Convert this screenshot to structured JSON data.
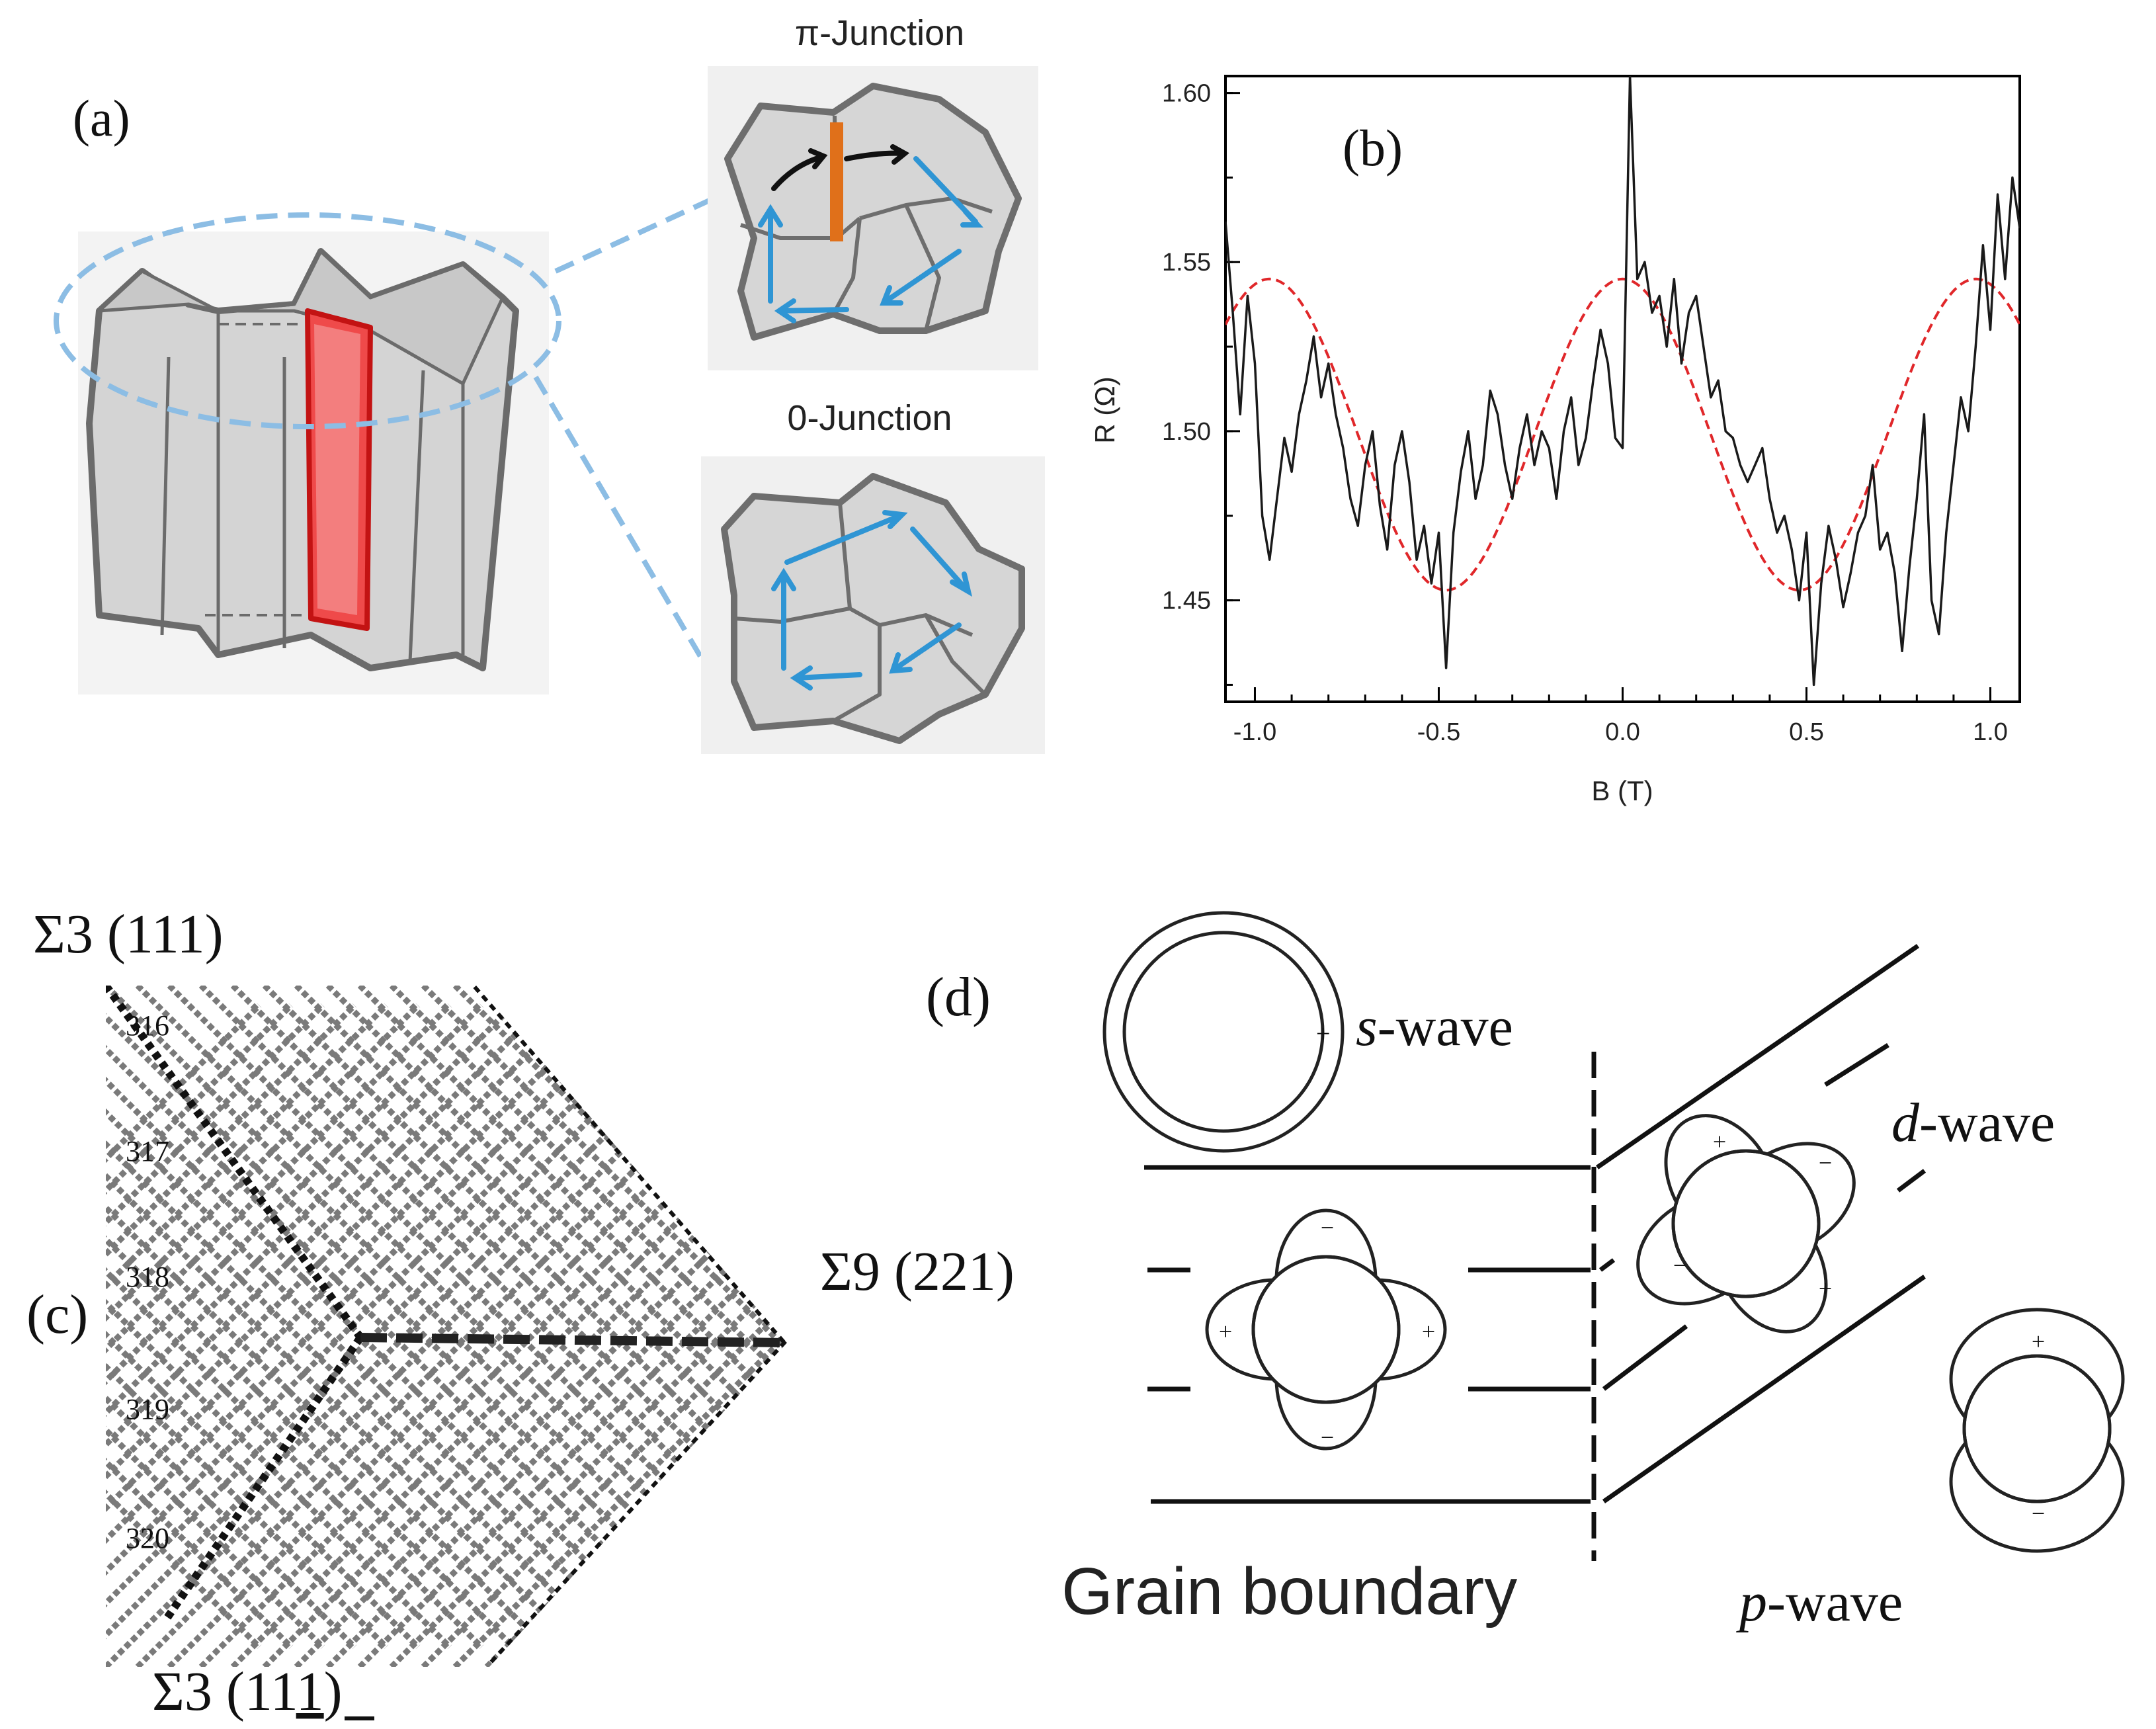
{
  "panel_a": {
    "label": "(a)",
    "pi_junction_title": "π-Junction",
    "zero_junction_title": "0-Junction"
  },
  "panel_b": {
    "label": "(b)"
  },
  "panel_c": {
    "label": "(c)",
    "label_top": "Σ3 (111)",
    "label_right": "Σ9 (221)",
    "label_bottom_prefix": "Σ3 (11",
    "label_bottom_underlined": "1",
    "label_bottom_suffix": ")",
    "row_numbers": [
      "316",
      "317",
      "318",
      "319",
      "320"
    ]
  },
  "panel_d": {
    "label": "(d)",
    "s_wave_italic": "s",
    "s_wave_rest": "-wave",
    "d_wave_italic": "d",
    "d_wave_rest": "-wave",
    "p_wave_italic": "p",
    "p_wave_rest": "-wave",
    "grain_boundary": "Grain boundary",
    "plus": "+",
    "minus": "−"
  },
  "chart_data": {
    "type": "line",
    "xlabel": "B (T)",
    "ylabel": "R (Ω)",
    "xlim": [
      -1.08,
      1.08
    ],
    "ylim": [
      1.42,
      1.605
    ],
    "x_ticks": [
      "-1.0",
      "-0.5",
      "0.0",
      "0.5",
      "1.0"
    ],
    "y_ticks": [
      "1.45",
      "1.50",
      "1.55",
      "1.60"
    ],
    "series": [
      {
        "style": "solid",
        "color": "#1a1a1a",
        "x": [
          -1.08,
          -1.06,
          -1.04,
          -1.02,
          -1.0,
          -0.98,
          -0.96,
          -0.94,
          -0.92,
          -0.9,
          -0.88,
          -0.86,
          -0.84,
          -0.82,
          -0.8,
          -0.78,
          -0.76,
          -0.74,
          -0.72,
          -0.7,
          -0.68,
          -0.66,
          -0.64,
          -0.62,
          -0.6,
          -0.58,
          -0.56,
          -0.54,
          -0.52,
          -0.5,
          -0.48,
          -0.46,
          -0.44,
          -0.42,
          -0.4,
          -0.38,
          -0.36,
          -0.34,
          -0.32,
          -0.3,
          -0.28,
          -0.26,
          -0.24,
          -0.22,
          -0.2,
          -0.18,
          -0.16,
          -0.14,
          -0.12,
          -0.1,
          -0.08,
          -0.06,
          -0.04,
          -0.02,
          0.0,
          0.02,
          0.04,
          0.06,
          0.08,
          0.1,
          0.12,
          0.14,
          0.16,
          0.18,
          0.2,
          0.22,
          0.24,
          0.26,
          0.28,
          0.3,
          0.32,
          0.34,
          0.36,
          0.38,
          0.4,
          0.42,
          0.44,
          0.46,
          0.48,
          0.5,
          0.52,
          0.54,
          0.56,
          0.58,
          0.6,
          0.62,
          0.64,
          0.66,
          0.68,
          0.7,
          0.72,
          0.74,
          0.76,
          0.78,
          0.8,
          0.82,
          0.84,
          0.86,
          0.88,
          0.9,
          0.92,
          0.94,
          0.96,
          0.98,
          1.0,
          1.02,
          1.04,
          1.06,
          1.08
        ],
        "y": [
          1.562,
          1.535,
          1.505,
          1.54,
          1.52,
          1.475,
          1.462,
          1.48,
          1.498,
          1.488,
          1.505,
          1.515,
          1.528,
          1.51,
          1.52,
          1.505,
          1.495,
          1.48,
          1.472,
          1.49,
          1.5,
          1.478,
          1.465,
          1.49,
          1.5,
          1.485,
          1.462,
          1.472,
          1.455,
          1.47,
          1.43,
          1.47,
          1.488,
          1.5,
          1.48,
          1.49,
          1.512,
          1.505,
          1.49,
          1.48,
          1.495,
          1.505,
          1.49,
          1.5,
          1.495,
          1.48,
          1.5,
          1.51,
          1.49,
          1.498,
          1.515,
          1.53,
          1.52,
          1.498,
          1.495,
          1.605,
          1.545,
          1.55,
          1.535,
          1.54,
          1.525,
          1.545,
          1.52,
          1.535,
          1.54,
          1.525,
          1.51,
          1.515,
          1.5,
          1.498,
          1.49,
          1.485,
          1.49,
          1.495,
          1.48,
          1.47,
          1.475,
          1.465,
          1.45,
          1.47,
          1.425,
          1.455,
          1.472,
          1.462,
          1.448,
          1.458,
          1.47,
          1.475,
          1.49,
          1.465,
          1.47,
          1.458,
          1.435,
          1.46,
          1.48,
          1.505,
          1.45,
          1.44,
          1.47,
          1.49,
          1.51,
          1.5,
          1.525,
          1.555,
          1.53,
          1.57,
          1.545,
          1.575,
          1.56
        ]
      },
      {
        "style": "dashed",
        "color": "#e0272a",
        "fit": "sinusoid",
        "y_mean": 1.499,
        "amplitude": 0.046,
        "period_T": 0.96
      }
    ]
  }
}
